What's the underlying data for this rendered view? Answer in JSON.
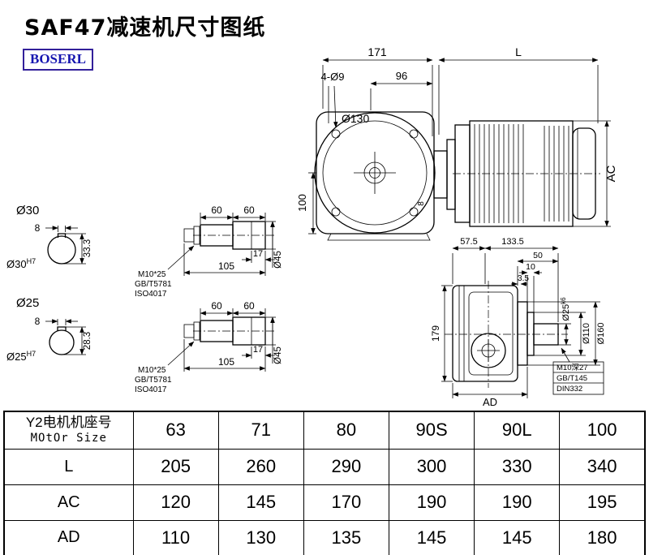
{
  "page": {
    "title": "SAF47减速机尺寸图纸",
    "brand": "BOSERL"
  },
  "front_view": {
    "d171": "171",
    "dL": "L",
    "d96": "96",
    "d4o9": "4-Ø9",
    "d130": "Ø130",
    "d100": "100",
    "dAC": "AC",
    "d8": "8"
  },
  "side_view": {
    "d57_5": "57.5",
    "d133_5": "133.5",
    "d50": "50",
    "d10": "10",
    "d3_5": "3.5",
    "d25_base": "Ø25",
    "d25_sup": "k6",
    "d110": "Ø110",
    "d160": "Ø160",
    "d179": "179",
    "dAD": "AD",
    "n1": "M10深27",
    "n2": "GB/T145",
    "n3": "DIN332"
  },
  "section30": {
    "label": "Ø30",
    "key": "8",
    "depth": "33.3",
    "bore_base": "Ø30",
    "bore_sup": "H7"
  },
  "section25": {
    "label": "Ø25",
    "key": "8",
    "depth": "28.3",
    "bore_base": "Ø25",
    "bore_sup": "H7"
  },
  "detail_top": {
    "d60a": "60",
    "d60b": "60",
    "d17": "17",
    "d105": "105",
    "d45": "Ø45",
    "n1": "M10*25",
    "n2": "GB/T5781",
    "n3": "ISO4017"
  },
  "detail_bottom": {
    "d60a": "60",
    "d60b": "60",
    "d17": "17",
    "d105": "105",
    "d45": "Ø45",
    "n1": "M10*25",
    "n2": "GB/T5781",
    "n3": "ISO4017"
  },
  "table": {
    "header": {
      "label_cn": "Y2电机机座号",
      "label_en": "MOtOr Size",
      "values": [
        "63",
        "71",
        "80",
        "90S",
        "90L",
        "100"
      ]
    },
    "rows": [
      {
        "label": "L",
        "values": [
          "205",
          "260",
          "290",
          "300",
          "330",
          "340"
        ]
      },
      {
        "label": "AC",
        "values": [
          "120",
          "145",
          "170",
          "190",
          "190",
          "195"
        ]
      },
      {
        "label": "AD",
        "values": [
          "110",
          "130",
          "135",
          "145",
          "145",
          "180"
        ]
      }
    ]
  }
}
